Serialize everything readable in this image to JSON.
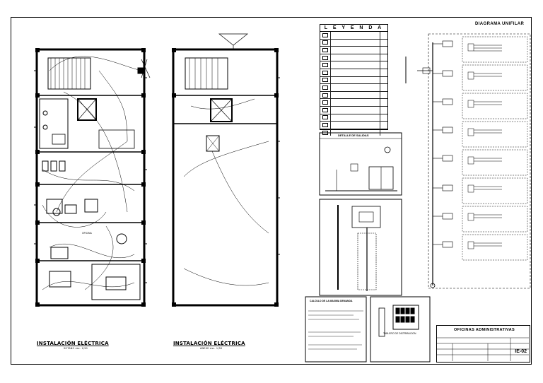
{
  "sheet": {
    "plan_left_title": "INSTALACIÓN   ELÉCTRICA",
    "plan_left_sub": "SOTANO  esc. 1/50",
    "plan_right_title": "INSTALACIÓN   ELÉCTRICA",
    "plan_right_sub": "ANEXO  esc. 1/50",
    "legend_title": "L E Y E N D A",
    "unifilar_title": "DIAGRAMA UNIFILAR",
    "detail_title": "DETALLE DE SALIDAS",
    "board_label": "TABLERO DE DISTRIBUCION",
    "calc_title": "CALCULO DE LA MAXIMA DEMANDA",
    "project_title": "OFICINAS ADMINISTRATIVAS",
    "sheet_code": "IE-02",
    "room_office": "OFICINA"
  }
}
